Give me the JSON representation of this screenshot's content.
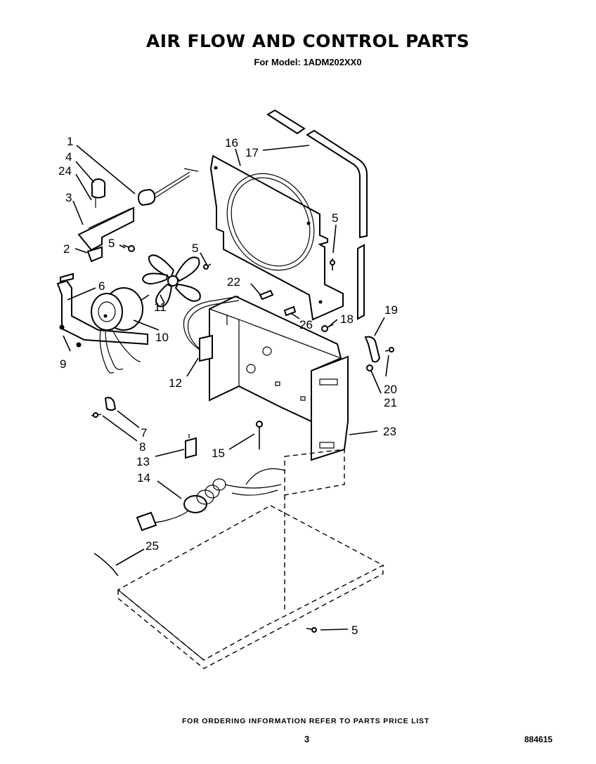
{
  "header": {
    "title": "AIR FLOW AND CONTROL PARTS",
    "subtitle": "For Model: 1ADM202XX0"
  },
  "callouts": [
    "1",
    "4",
    "24",
    "3",
    "2",
    "5",
    "6",
    "9",
    "10",
    "11",
    "12",
    "16",
    "17",
    "5",
    "5",
    "22",
    "26",
    "18",
    "19",
    "20",
    "21",
    "23",
    "7",
    "8",
    "13",
    "15",
    "14",
    "25",
    "5"
  ],
  "footer": {
    "ordering_note": "FOR ORDERING INFORMATION REFER TO PARTS PRICE LIST",
    "page_number": "3",
    "document_number": "884615"
  }
}
